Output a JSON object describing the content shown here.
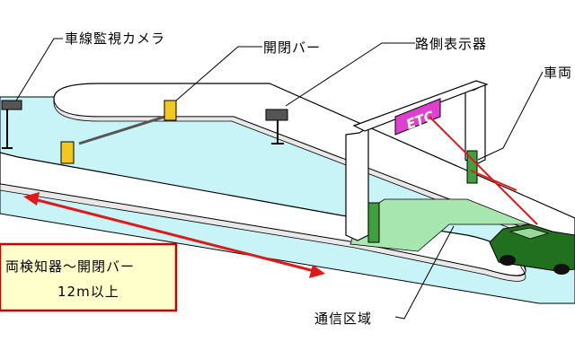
{
  "labels": {
    "camera": "車線監視カメラ",
    "gate_bar": "開閉バー",
    "roadside_display": "路側表示器",
    "vehicle_detector_partial": "車両",
    "comm_area": "通信区域"
  },
  "etc_sign": "ETC",
  "distance_box": {
    "line1": "両検知器～開閉バー",
    "line2": "12m以上"
  },
  "colors": {
    "lane": "#c8f4f8",
    "island": "#ffffff",
    "comm_zone": "#a8e6b0",
    "etc_gantry": "#e040d0",
    "gate_post": "#f0c820",
    "detector_post": "#40a040",
    "arrow_red": "#e01818",
    "car": "#207020",
    "box_fill": "#ffffcc",
    "box_border": "#cc0000"
  }
}
